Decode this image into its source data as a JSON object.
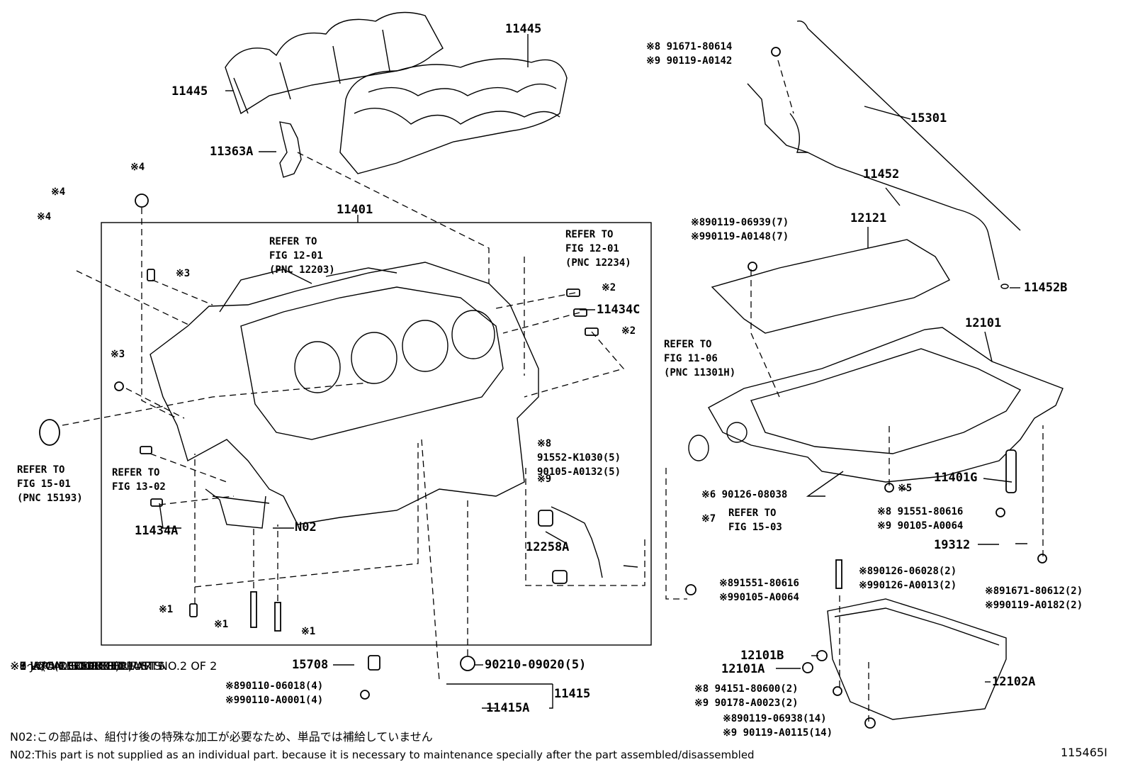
{
  "diagram": {
    "part_labels": {
      "p11445a": "11445",
      "p11445b": "11445",
      "p11363A": "11363A",
      "p11401": "11401",
      "p15301": "15301",
      "p11452": "11452",
      "p11452B": "11452B",
      "p12121": "12121",
      "p12101": "12101",
      "p11434C": "11434C",
      "p11434A": "11434A",
      "pN02": "N02",
      "p12258A": "12258A",
      "p11401G": "11401G",
      "p19312": "19312",
      "p12101B": "12101B",
      "p12101A": "12101A",
      "p12102A": "12102A",
      "p15708": "15708",
      "p11415": "11415",
      "p11415A": "11415A",
      "p90210": "90210-09020(5)"
    },
    "mark_labels": {
      "m4a": "※4",
      "m4b": "※4",
      "m4c": "※4",
      "m3a": "※3",
      "m3b": "※3",
      "m2a": "※2",
      "m2b": "※2",
      "m1a": "※1",
      "m1b": "※1",
      "m1c": "※1",
      "m5": "※5",
      "m8": "※8",
      "m9": "※9"
    },
    "refer_blocks": {
      "r12203": "REFER TO\nFIG 12-01\n(PNC 12203)",
      "r12234": "REFER TO\nFIG 12-01\n(PNC 12234)",
      "r11301H": "REFER TO\nFIG 11-06\n(PNC 11301H)",
      "r15193": "REFER TO\nFIG 15-01\n(PNC 15193)",
      "r1302": "REFER TO\nFIG 13-02",
      "r1503": "REFER TO\nFIG 15-03"
    },
    "pnc_groups": {
      "g_top_bolt": "※8 91671-80614\n※9 90119-A0142",
      "g_12121": "※890119-06939(7)\n※990119-A0148(7)",
      "g_k1030": "91552-K1030(5)\n90105-A0132(5)",
      "g_6": "※6 90126-08038",
      "g_7": "※7",
      "g_91551": "※8 91551-80616\n※9 90105-A0064",
      "g_91551b": "※891551-80616\n※990105-A0064",
      "g_90126": "※890126-06028(2)\n※990126-A0013(2)",
      "g_91671": "※891671-80612(2)\n※990119-A0182(2)",
      "g_94151": "※8 94151-80600(2)\n※9 90178-A0023(2)",
      "g_90119": "※890119-06938(14)\n※9 90119-A0115(14)",
      "g_90110": "※890110-06018(4)\n※990110-A0001(4)"
    },
    "legend": [
      "※1～※5 REFER TO ILLUST NO.2 OF 2",
      "※6 W/O(OIL COOLER)",
      "※7 W(OIL COOLER)",
      "※8 JAPAN SOURCED PARTS",
      "※9 LOCAL SOURCED PARTS"
    ],
    "notes": {
      "jp": "N02:この部品は、組付け後の特殊な加工が必要なため、単品では補給していません",
      "en": "N02:This part is not supplied as an individual part. because it is necessary to maintenance specially after the part assembled/disassembled"
    },
    "illustration_number": "115465I"
  }
}
